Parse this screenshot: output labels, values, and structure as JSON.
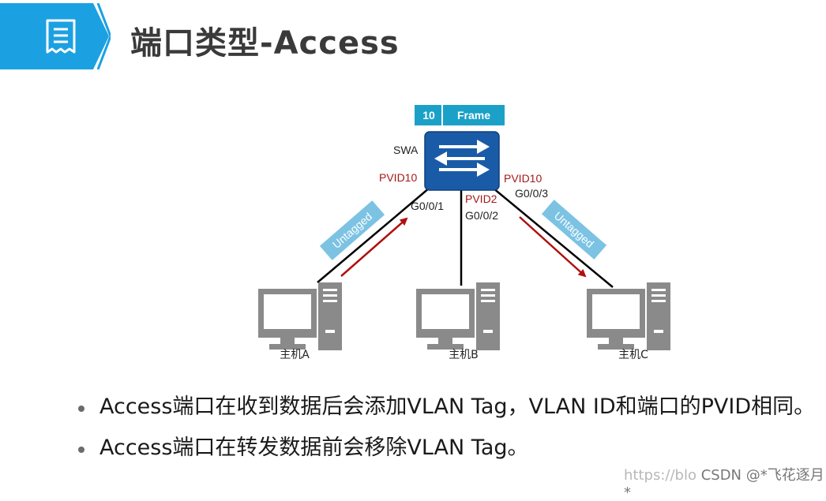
{
  "header": {
    "title": "端口类型-Access",
    "icon": "document-icon"
  },
  "diagram": {
    "frame_tag": {
      "vlan": "10",
      "label": "Frame"
    },
    "switch": {
      "name": "SWA",
      "icon": "switch-arrows-icon"
    },
    "ports": [
      {
        "pvid": "PVID10",
        "name": "G0/0/1"
      },
      {
        "pvid": "PVID2",
        "name": "G0/0/2"
      },
      {
        "pvid": "PVID10",
        "name": "G0/0/3"
      }
    ],
    "untagged_labels": [
      "Untagged",
      "Untagged"
    ],
    "hosts": [
      "主机A",
      "主机B",
      "主机C"
    ]
  },
  "bullets": [
    "Access端口在收到数据后会添加VLAN Tag，VLAN ID和端口的PVID相同。",
    "Access端口在转发数据前会移除VLAN Tag。"
  ],
  "watermark": {
    "prefix": "https://blo",
    "brand": "CSDN @*飞花逐月*"
  },
  "colors": {
    "header_blue": "#1ba1e2",
    "switch_blue": "#1a5ba8",
    "frame_blue": "#1ba1c8",
    "untagged_bg": "#7cc3e3",
    "pvid_red": "#a31a1a",
    "arrow_red": "#b01010",
    "host_gray": "#8a8a8a"
  }
}
